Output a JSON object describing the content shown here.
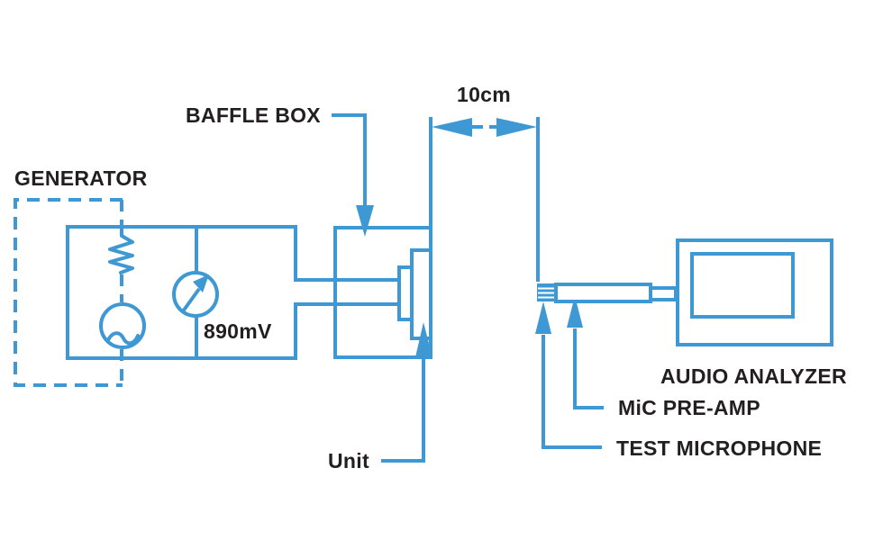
{
  "colors": {
    "line": "#3d98d3",
    "text": "#231f20",
    "background": "#ffffff"
  },
  "labels": {
    "generator": "GENERATOR",
    "baffle_box": "BAFFLE BOX",
    "distance": "10cm",
    "voltage": "890mV",
    "unit": "Unit",
    "audio_analyzer": "AUDIO ANALYZER",
    "mic_pre_amp": "MiC PRE-AMP",
    "test_microphone": "TEST MICROPHONE"
  }
}
